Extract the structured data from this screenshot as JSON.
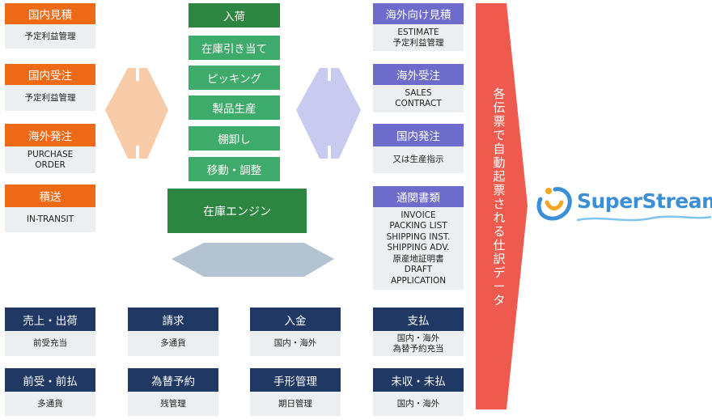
{
  "left_column": [
    {
      "title": "国内見積",
      "lines": [
        "予定利益管理"
      ]
    },
    {
      "title": "国内受注",
      "lines": [
        "予定利益管理"
      ]
    },
    {
      "title": "海外発注",
      "lines": [
        "PURCHASE",
        "ORDER"
      ]
    },
    {
      "title": "積送",
      "lines": [
        "IN-TRANSIT"
      ]
    }
  ],
  "center_steps": [
    "入荷",
    "在庫引き当て",
    "ピッキング",
    "製品生産",
    "棚卸し",
    "移動・調整"
  ],
  "engine_label": "在庫エンジン",
  "right_column": [
    {
      "title": "海外向け見積",
      "lines": [
        "ESTIMATE",
        "予定利益管理"
      ]
    },
    {
      "title": "海外受注",
      "lines": [
        "SALES",
        "CONTRACT"
      ]
    },
    {
      "title": "国内発注",
      "lines": [
        "又は生産指示"
      ]
    },
    {
      "title": "通関書類",
      "lines": [
        "INVOICE",
        "PACKING LIST",
        "SHIPPING INST.",
        "SHIPPING ADV.",
        "原産地証明書",
        "DRAFT",
        "APPLICATION"
      ]
    }
  ],
  "bottom_row1": [
    {
      "title": "売上・出荷",
      "lines": [
        "前受充当"
      ]
    },
    {
      "title": "請求",
      "lines": [
        "多通貨"
      ]
    },
    {
      "title": "入金",
      "lines": [
        "国内・海外"
      ]
    },
    {
      "title": "支払",
      "lines": [
        "国内・海外",
        "為替予約充当"
      ]
    }
  ],
  "bottom_row2": [
    {
      "title": "前受・前払",
      "lines": [
        "多通貨"
      ]
    },
    {
      "title": "為替予約",
      "lines": [
        "残管理"
      ]
    },
    {
      "title": "手形管理",
      "lines": [
        "期日管理"
      ]
    },
    {
      "title": "未収・未払",
      "lines": [
        "国内・海外"
      ]
    }
  ],
  "arrow_text": [
    "各",
    "伝",
    "票",
    "で",
    "自",
    "動",
    "起",
    "票",
    "さ",
    "れ",
    "る",
    "仕",
    "訳",
    "デ",
    "ー",
    "タ"
  ],
  "logo": {
    "text": "SuperStream",
    "color": "#3b8fd6",
    "accent": "#f5a623"
  },
  "colors": {
    "orange": "#ef6a16",
    "purple": "#6d6ccd",
    "navy": "#1f3864",
    "green": "#3fab6a",
    "dark_green": "#2d8542",
    "red_arrow": "#ef5a4e",
    "light_orange": "#f8cba9",
    "light_purple": "#c9caf0",
    "gray_blue": "#b4c3d1"
  }
}
